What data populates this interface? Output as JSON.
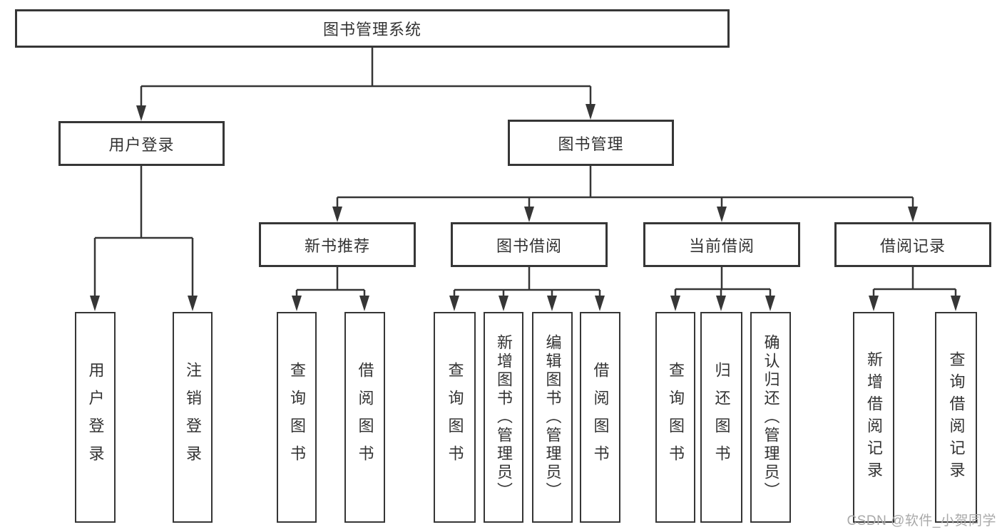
{
  "diagram": {
    "title": "图书管理系统",
    "nodes": {
      "root": "图书管理系统",
      "user_login": "用户登录",
      "book_mgmt": "图书管理",
      "new_book_rec": "新书推荐",
      "book_borrow": "图书借阅",
      "current_borrow": "当前借阅",
      "borrow_record": "借阅记录"
    },
    "leaves": {
      "user_login_leaf": "用户登录",
      "logout": "注销登录",
      "nb_query": "查询图书",
      "nb_borrow": "借阅图书",
      "bb_query": "查询图书",
      "bb_add": "新增图书（管理员）",
      "bb_edit": "编辑图书（管理员）",
      "bb_borrow": "借阅图书",
      "cb_query": "查询图书",
      "cb_return": "归还图书",
      "cb_confirm": "确认归还（管理员）",
      "br_add": "新增借阅记录",
      "br_query": "查询借阅记录"
    },
    "hierarchy": {
      "图书管理系统": {
        "用户登录": [
          "用户登录",
          "注销登录"
        ],
        "图书管理": {
          "新书推荐": [
            "查询图书",
            "借阅图书"
          ],
          "图书借阅": [
            "查询图书",
            "新增图书（管理员）",
            "编辑图书（管理员）",
            "借阅图书"
          ],
          "当前借阅": [
            "查询图书",
            "归还图书",
            "确认归还（管理员）"
          ],
          "借阅记录": [
            "新增借阅记录",
            "查询借阅记录"
          ]
        }
      }
    },
    "watermark": "CSDN @软件_小贺同学",
    "colors": {
      "line": "#363636",
      "text": "#333333",
      "box_background": "#ffffff",
      "watermark": "#a9a9a9"
    }
  }
}
